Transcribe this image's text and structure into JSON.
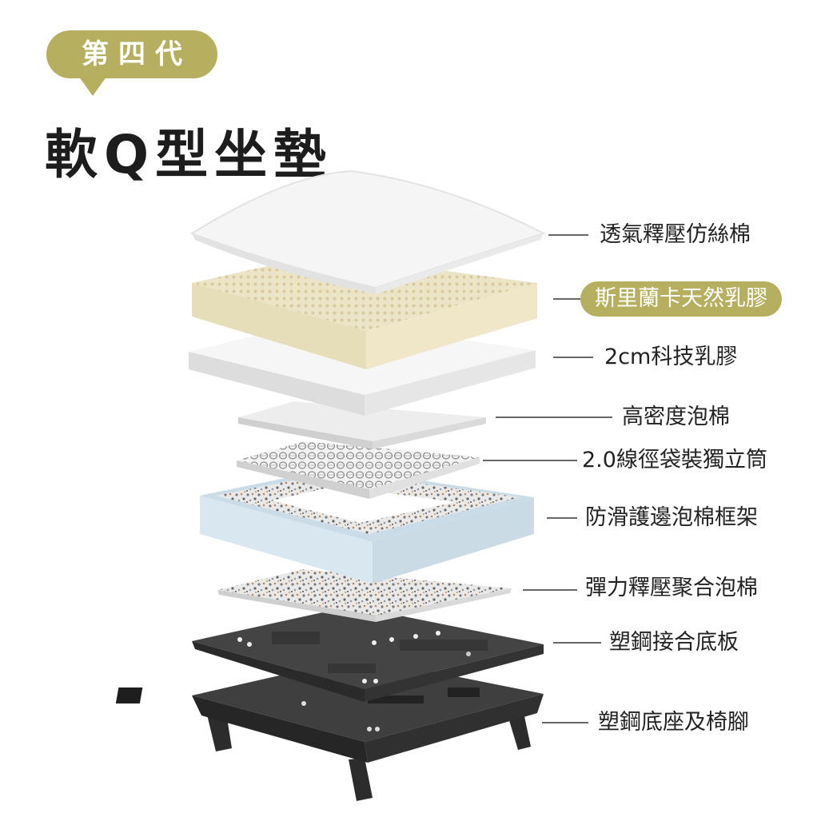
{
  "badge": {
    "label": "第四代"
  },
  "title": "軟Q型坐墊",
  "colors": {
    "accent": "#b5af5f",
    "text": "#222222",
    "frame_blue": "#d7e6ef",
    "latex": "#ece4c6",
    "base_dark": "#3a3a3a"
  },
  "layers": [
    {
      "label": "透氣釋壓仿絲棉",
      "highlight": false
    },
    {
      "label": "斯里蘭卡天然乳膠",
      "highlight": true
    },
    {
      "label": "2cm科技乳膠",
      "highlight": false
    },
    {
      "label": "高密度泡棉",
      "highlight": false
    },
    {
      "label": "2.0線徑袋裝獨立筒",
      "highlight": false
    },
    {
      "label": "防滑護邊泡棉框架",
      "highlight": false
    },
    {
      "label": "彈力釋壓聚合泡棉",
      "highlight": false
    },
    {
      "label": "塑鋼接合底板",
      "highlight": false
    },
    {
      "label": "塑鋼底座及椅腳",
      "highlight": false
    }
  ]
}
